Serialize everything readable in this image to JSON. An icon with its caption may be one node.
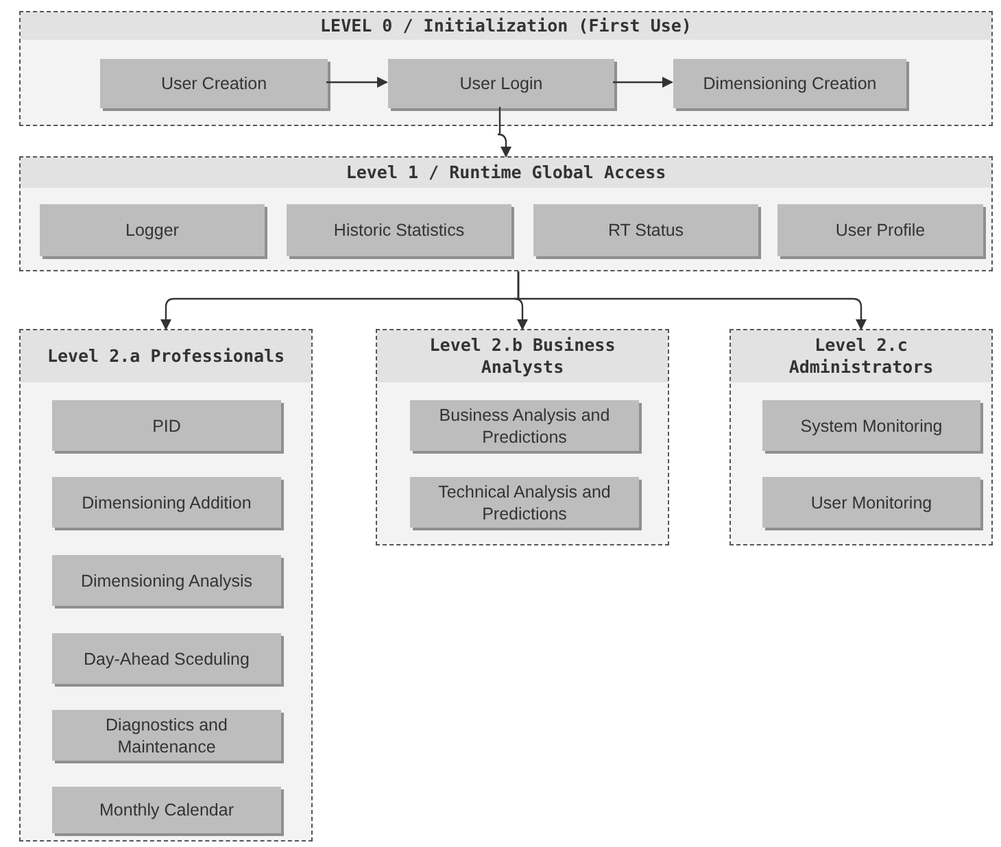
{
  "diagram": {
    "nodes": [
      {
        "text": [
          "LEVEL 0 / Initialization (First Use)"
        ]
      },
      {
        "text": [
          "User Creation"
        ],
        "in": 0
      },
      {
        "text": [
          "User Login"
        ],
        "in": 0
      },
      {
        "text": [
          "Dimensioning Creation"
        ],
        "in": 0
      },
      {
        "text": [
          "Level 1 / Runtime Global Access"
        ]
      },
      {
        "text": [
          "Logger"
        ],
        "in": 4
      },
      {
        "text": [
          "Historic Statistics"
        ],
        "in": 4
      },
      {
        "text": [
          "RT Status"
        ],
        "in": 4
      },
      {
        "text": [
          "User Profile"
        ],
        "in": 4
      },
      {
        "text": [
          "Level 2.a Professionals"
        ]
      },
      {
        "text": [
          "PID"
        ],
        "in": 9
      },
      {
        "text": [
          "Dimensioning Addition"
        ],
        "in": 9
      },
      {
        "text": [
          "Dimensioning Analysis"
        ],
        "in": 9
      },
      {
        "text": [
          "Day-Ahead Sceduling"
        ],
        "in": 9
      },
      {
        "text": [
          "Diagnostics and Maintenance"
        ],
        "in": 9
      },
      {
        "text": [
          "Monthly Calendar"
        ],
        "in": 9
      },
      {
        "text": [
          "Level 2.b Business Analysts"
        ]
      },
      {
        "text": [
          "Business Analysis and Predictions"
        ],
        "in": 16
      },
      {
        "text": [
          "Technical Analysis and Predictions"
        ],
        "in": 16
      },
      {
        "text": [
          "Level 2.c Administrators"
        ]
      },
      {
        "text": [
          "System Monitoring"
        ],
        "in": 19
      },
      {
        "text": [
          "User Monitoring"
        ],
        "in": 19
      }
    ],
    "edges": [
      {
        "from": 1,
        "to": 2,
        "arrow": "to"
      },
      {
        "from": 2,
        "to": 3,
        "arrow": "to"
      },
      {
        "from": 2,
        "to": 4,
        "arrow": "to"
      },
      {
        "from": 4,
        "to": 9,
        "arrow": "to"
      },
      {
        "from": 4,
        "to": 16,
        "arrow": "to"
      },
      {
        "from": 4,
        "to": 19,
        "arrow": "to"
      }
    ]
  }
}
